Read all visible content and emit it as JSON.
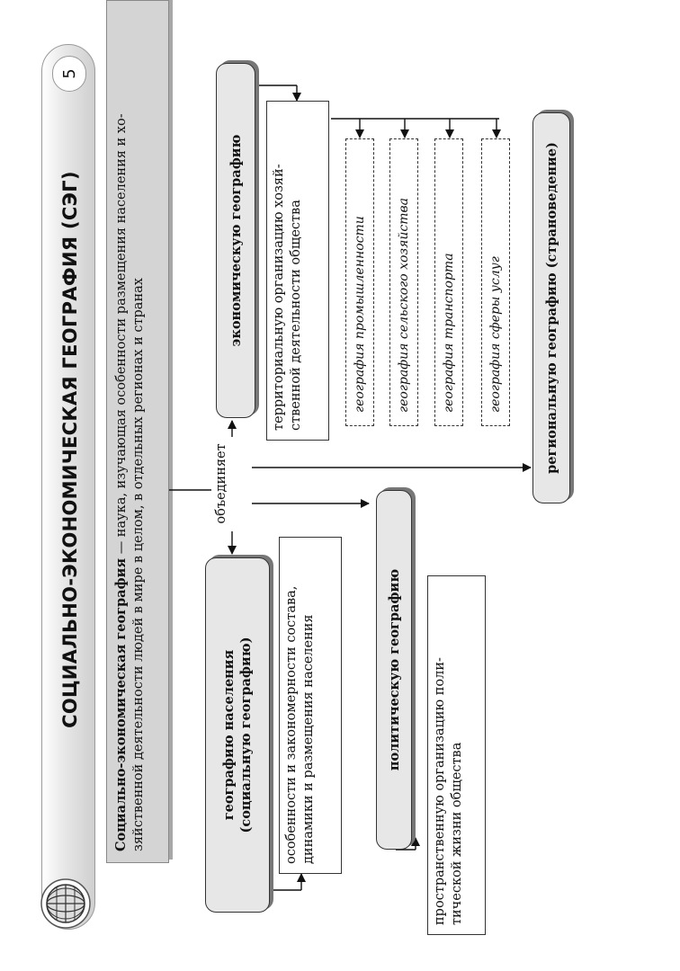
{
  "header": {
    "title": "СОЦИАЛЬНО-ЭКОНОМИЧЕСКАЯ ГЕОГРАФИЯ (СЭГ)",
    "page_number": "5",
    "icon": "globe-icon"
  },
  "definition": {
    "term": "Социально-экономическая география",
    "dash": " — ",
    "line1_rest": "наука, изучающая особенности размещения населения и хо-",
    "line2": "зяйственной деятельности людей в мире в целом, в отдельных регионах и странах"
  },
  "connector": {
    "label": "объединяет"
  },
  "branches": {
    "population": {
      "title_line1": "географию населения",
      "title_line2": "(социальную географию)",
      "desc_line1": "особенности и закономерности состава,",
      "desc_line2": "динамики и размещения населения"
    },
    "political": {
      "title": "политическую географию",
      "desc_line1": "пространственную организацию поли-",
      "desc_line2": "тической жизни общества"
    },
    "economic": {
      "title": "экономическую географию",
      "desc_line1": "территориальную организацию хозяй-",
      "desc_line2": "ственной деятельности общества",
      "subfields": [
        "география промышленности",
        "география сельского хозяйства",
        "география транспорта",
        "география сферы услуг"
      ]
    },
    "regional": {
      "title": "региональную географию (страноведение)"
    }
  }
}
